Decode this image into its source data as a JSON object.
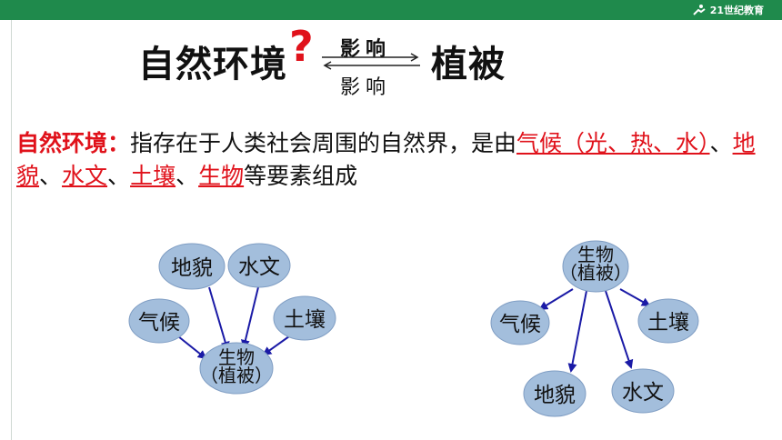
{
  "header": {
    "logo_text": "21世纪教育"
  },
  "title": {
    "left": "自然环境",
    "question_mark": "?",
    "arrow_top_label": "影响",
    "arrow_bottom_label": "影响",
    "right": "植被"
  },
  "definition": {
    "term": "自然环境：",
    "text1": "指存在于人类社会周围的自然界，是由",
    "item_climate": "气候（光、热、水）",
    "sep1": "、",
    "item_landform": "地貌",
    "sep2": "、",
    "item_hydrology": "水文",
    "sep3": "、",
    "item_soil": "土壤",
    "sep4": "、",
    "item_biology": "生物",
    "text2": "等要素组成"
  },
  "diagram_left": {
    "landform": "地貌",
    "hydrology": "水文",
    "climate": "气候",
    "soil": "土壤",
    "center_line1": "生物",
    "center_line2": "（植被）"
  },
  "diagram_right": {
    "center_line1": "生物",
    "center_line2": "（植被）",
    "climate": "气候",
    "soil": "土壤",
    "landform": "地貌",
    "hydrology": "水文"
  },
  "colors": {
    "node_fill": "#a3bedc",
    "node_stroke": "#7f9dc3",
    "arrow": "#1a1aa6",
    "accent_red": "#e0121b",
    "topbar": "#1f8a4c"
  }
}
